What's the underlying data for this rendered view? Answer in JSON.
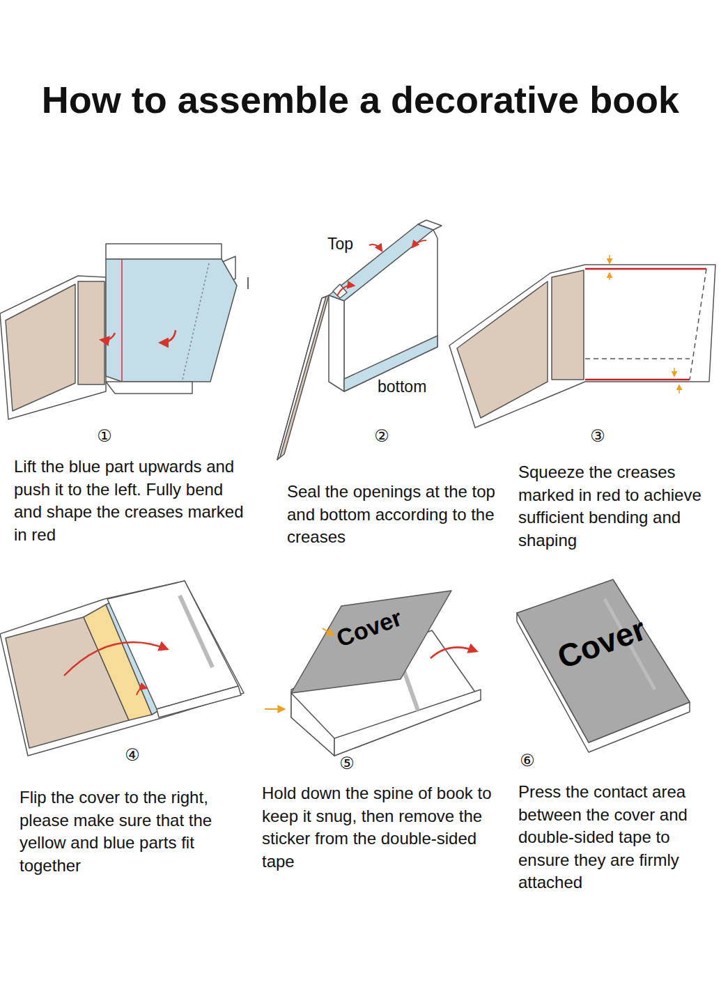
{
  "diagram": {
    "title": "How to assemble a decorative book",
    "labels": [
      "Top",
      "bottom",
      "①",
      "Lift the blue part upwards and push it to the left. Fully bend and shape the creases marked in red",
      "②",
      "Seal the openings at the top and bottom according to the creases",
      "③",
      "Squeeze the creases marked in red to achieve sufficient bending and shaping",
      "Cover",
      "④",
      "Flip the cover to the right, please make sure that the yellow and blue parts fit together",
      "⑤",
      "Hold down the spine of book to keep it snug, then remove the sticker from the double-sided tape",
      "Cover",
      "⑥",
      "Press the contact area between the cover and double-sided tape to ensure they are firmly attached"
    ]
  }
}
